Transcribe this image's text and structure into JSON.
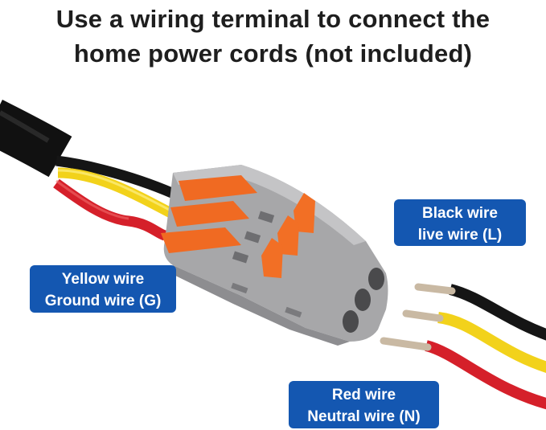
{
  "headline": {
    "line1": "Use a wiring terminal to connect the",
    "line2": "home power cords (not included)"
  },
  "labels": {
    "black": {
      "line1": "Black wire",
      "line2": "live wire (L)"
    },
    "yellow": {
      "line1": "Yellow wire",
      "line2": "Ground wire (G)"
    },
    "red": {
      "line1": "Red wire",
      "line2": "Neutral wire (N)"
    }
  },
  "colors": {
    "label_bg": "#1457b1",
    "connector_body": "#a9a9ab",
    "lever": "#f06a22",
    "wire_black": "#151515",
    "wire_yellow": "#f2d21b",
    "wire_red": "#d5202a"
  }
}
